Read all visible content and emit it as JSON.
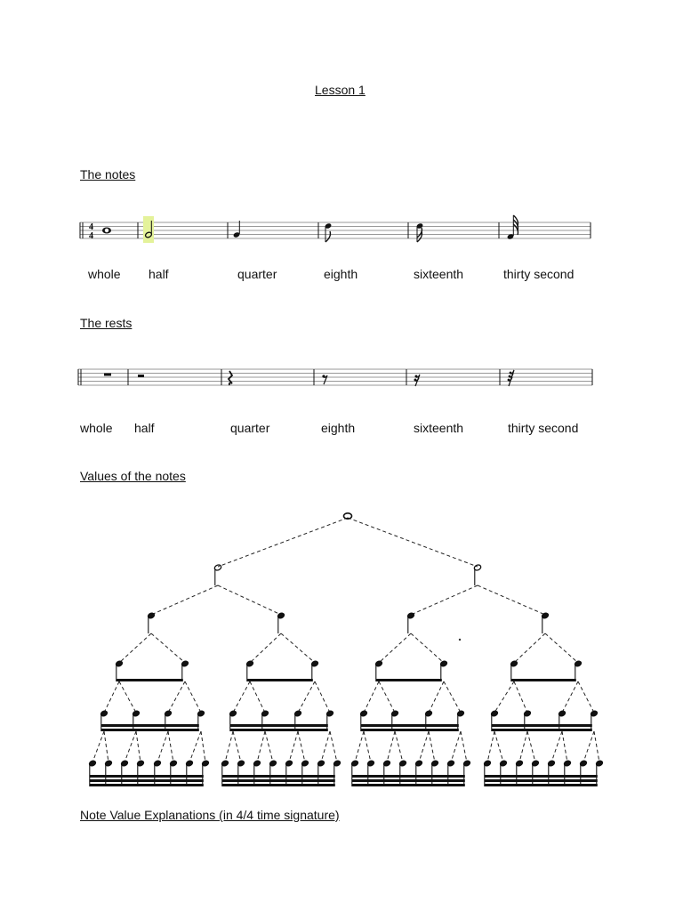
{
  "title": "Lesson 1",
  "notes_section": {
    "heading": "The notes",
    "time_signature": {
      "top": "4",
      "bottom": "4"
    },
    "labels": [
      "whole",
      "half",
      "quarter",
      "eighth",
      "sixteenth",
      "thirty second"
    ],
    "highlight_color": "#e4f29a"
  },
  "rests_section": {
    "heading": "The rests",
    "labels": [
      "whole",
      "half",
      "quarter",
      "eighth",
      "sixteenth",
      "thirty second"
    ]
  },
  "values_section": {
    "heading": "Values of the notes"
  },
  "explanations_section": {
    "heading": "Note Value Explanations (in 4/4 time signature)"
  }
}
